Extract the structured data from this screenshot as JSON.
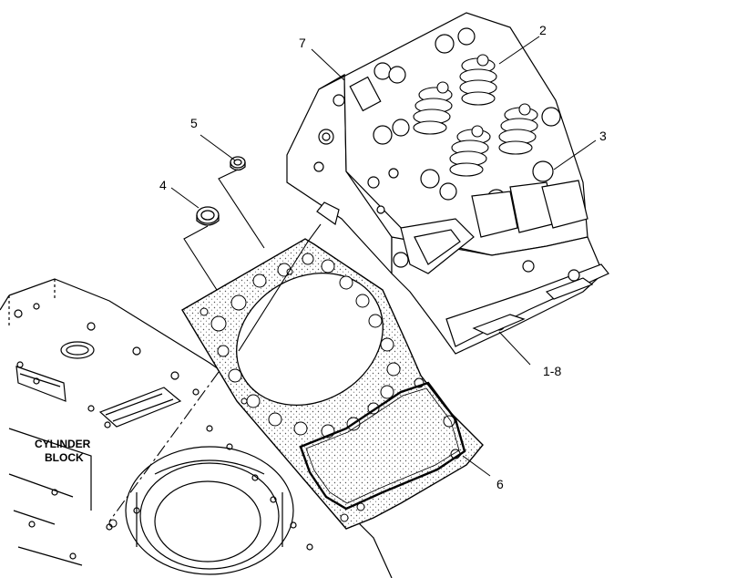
{
  "callouts": {
    "c1": "1-8",
    "c2": "2",
    "c3": "3",
    "c4": "4",
    "c5": "5",
    "c6": "6",
    "c7": "7"
  },
  "block_label": {
    "line1": "CYLINDER",
    "line2": "BLOCK"
  },
  "colors": {
    "ink": "#000000",
    "background": "#ffffff",
    "gasket_stipple": "#e4e4e4"
  }
}
